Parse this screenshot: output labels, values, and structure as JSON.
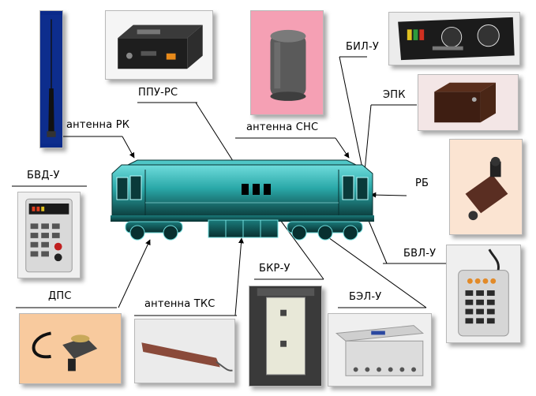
{
  "labels": {
    "antenna_rk": "антенна РК",
    "ppu_rs": "ППУ-РС",
    "antenna_sns": "антенна СНС",
    "bil_u": "БИЛ-У",
    "epk": "ЭПК",
    "rb": "РБ",
    "bvd_u": "БВД-У",
    "bvl_u": "БВЛ-У",
    "dps": "ДПС",
    "antenna_tks": "антенна ТКС",
    "bkr_u": "БКР-У",
    "bel_u": "БЭЛ-У"
  },
  "colors": {
    "locomotive_body": "#2aa8a8",
    "locomotive_dark": "#0b3c3c",
    "leader_line": "#000000"
  },
  "icons": {
    "antenna": "whip-antenna",
    "locomotive": "locomotive-side-view"
  }
}
